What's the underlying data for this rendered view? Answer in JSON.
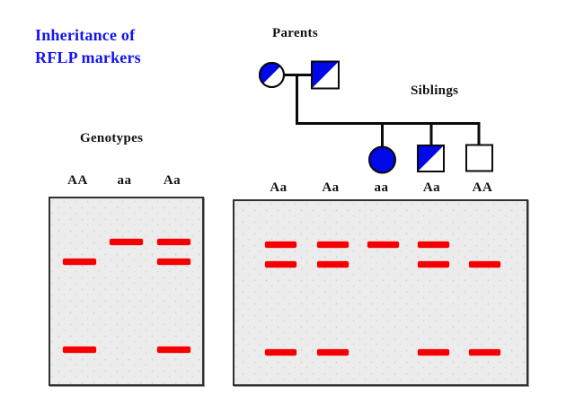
{
  "title": {
    "line1": "Inheritance of",
    "line2": "RFLP markers"
  },
  "labels": {
    "parents": "Parents",
    "siblings": "Siblings",
    "genotypes": "Genotypes"
  },
  "colors": {
    "title_blue": "#1414ee",
    "symbol_blue": "#0008e8",
    "band_red": "#f40000",
    "gel_bg": "#ececec",
    "line_black": "#0a0a0a"
  },
  "pedigree": {
    "parents": [
      {
        "id": "mother",
        "sex": "female",
        "fill": "half",
        "genotype": "Aa"
      },
      {
        "id": "father",
        "sex": "male",
        "fill": "half",
        "genotype": "Aa"
      }
    ],
    "children": [
      {
        "id": "child-1",
        "sex": "female",
        "fill": "full",
        "genotype": "aa"
      },
      {
        "id": "child-2",
        "sex": "male",
        "fill": "half",
        "genotype": "Aa"
      },
      {
        "id": "child-3",
        "sex": "male",
        "fill": "none",
        "genotype": "AA"
      }
    ]
  },
  "reference_gel": {
    "lanes": [
      {
        "label": "AA",
        "bands": [
          "B",
          "C"
        ]
      },
      {
        "label": "aa",
        "bands": [
          "A"
        ]
      },
      {
        "label": "Aa",
        "bands": [
          "A",
          "B",
          "C"
        ]
      }
    ]
  },
  "family_gel": {
    "lanes": [
      {
        "label": "Aa",
        "bands": [
          "A",
          "B",
          "C"
        ]
      },
      {
        "label": "Aa",
        "bands": [
          "A",
          "B",
          "C"
        ]
      },
      {
        "label": "aa",
        "bands": [
          "A"
        ]
      },
      {
        "label": "Aa",
        "bands": [
          "A",
          "B",
          "C"
        ]
      },
      {
        "label": "AA",
        "bands": [
          "B",
          "C"
        ]
      }
    ]
  }
}
